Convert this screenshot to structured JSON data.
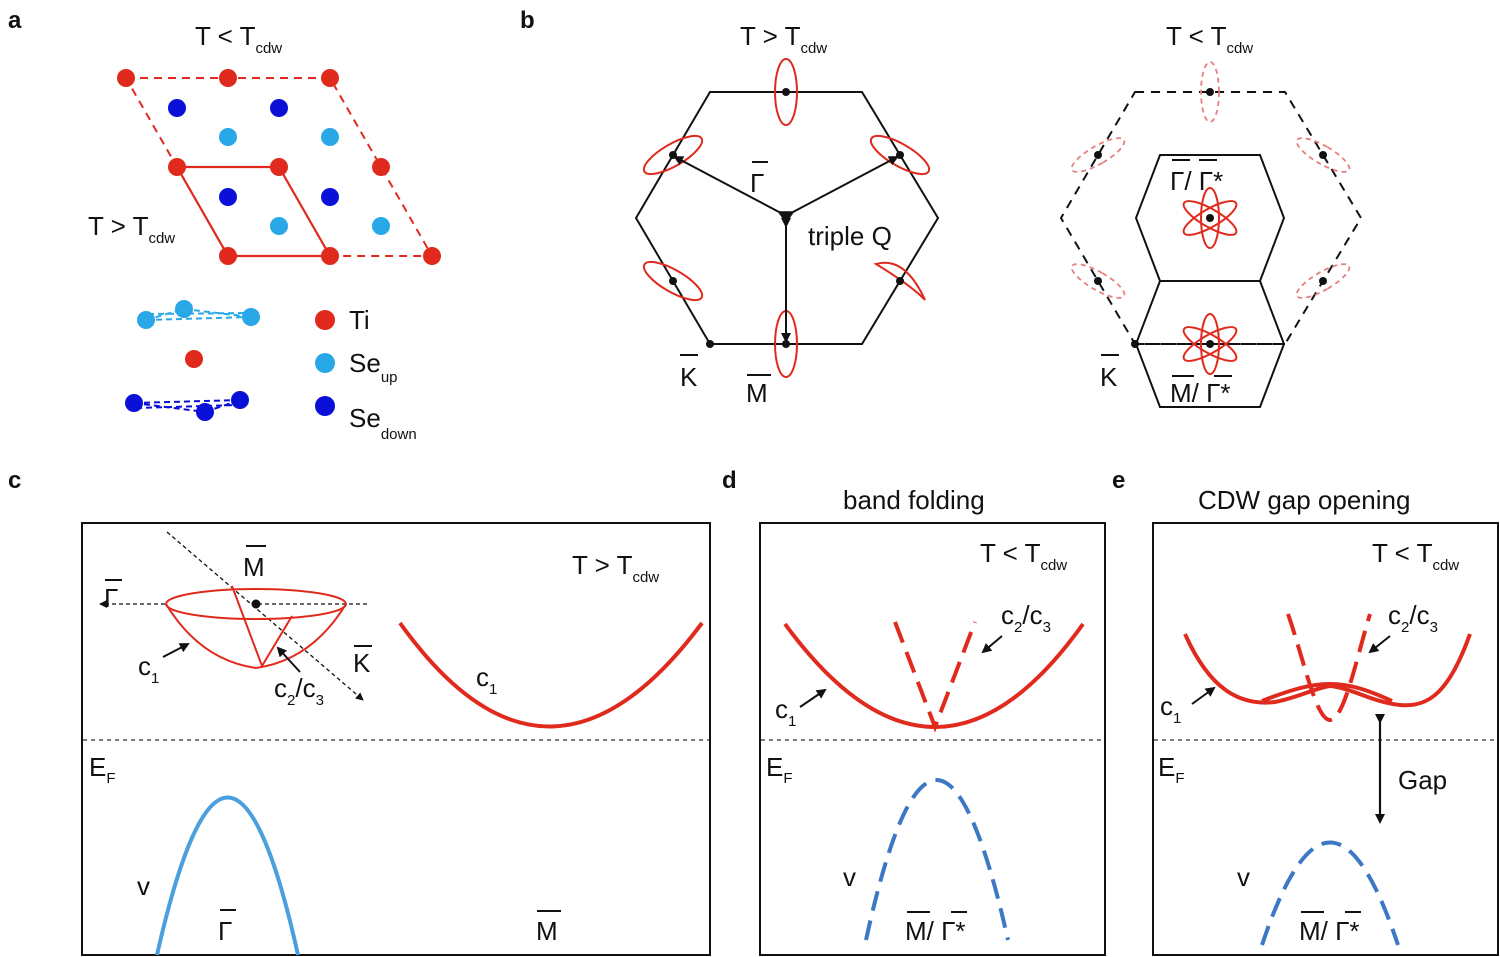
{
  "panels": {
    "a": {
      "label": "a",
      "top_title": "T < T",
      "top_title_sub": "cdw",
      "mid_title": "T > T",
      "mid_title_sub": "cdw",
      "legend": [
        {
          "name": "Ti",
          "sub": "",
          "color": "#e02a1e"
        },
        {
          "name": "Se",
          "sub": "up",
          "color": "#29a8e8"
        },
        {
          "name": "Se",
          "sub": "down",
          "color": "#0a10d8"
        }
      ]
    },
    "b": {
      "label": "b",
      "left_title": "T > T",
      "left_title_sub": "cdw",
      "right_title": "T < T",
      "right_title_sub": "cdw",
      "gamma": "Γ",
      "triple_q": "triple Q",
      "k_point": "K",
      "m_point": "M",
      "gamma_star": "Γ/ Γ*",
      "m_gamma_star": "M/ Γ*"
    },
    "c": {
      "label": "c",
      "title": "T > T",
      "title_sub": "cdw",
      "ef": "E",
      "ef_sub": "F",
      "c1": "c",
      "c1_sub": "1",
      "c23_a": "c",
      "c23_a_sub": "2",
      "c23_slash": "/c",
      "c23_b_sub": "3",
      "v": "v",
      "gamma": "Γ",
      "m_point": "M",
      "k_point": "K"
    },
    "d": {
      "label": "d",
      "heading": "band folding",
      "title": "T < T",
      "title_sub": "cdw",
      "ef": "E",
      "ef_sub": "F",
      "c1": "c",
      "c1_sub": "1",
      "c23_a": "c",
      "c23_a_sub": "2",
      "c23_slash": "/c",
      "c23_b_sub": "3",
      "v": "v",
      "axis_label": "M/ Γ*"
    },
    "e": {
      "label": "e",
      "heading": "CDW gap opening",
      "title": "T < T",
      "title_sub": "cdw",
      "ef": "E",
      "ef_sub": "F",
      "c1": "c",
      "c1_sub": "1",
      "c23_a": "c",
      "c23_a_sub": "2",
      "c23_slash": "/c",
      "c23_b_sub": "3",
      "v": "v",
      "gap": "Gap",
      "axis_label": "M/ Γ*"
    }
  },
  "colors": {
    "ti": "#e02a1e",
    "se_up": "#29a8e8",
    "se_down": "#0a10d8",
    "band_red": "#e02a1e",
    "band_blue": "#4aa0dc"
  }
}
